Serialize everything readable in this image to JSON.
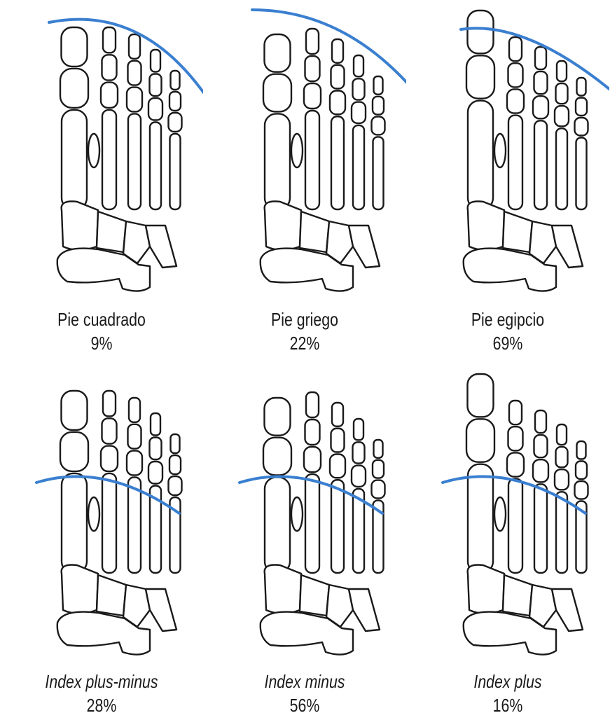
{
  "colors": {
    "arc": "#3a7fd0",
    "ink": "#1a1a1a"
  },
  "panels": [
    {
      "label": "Pie cuadrado",
      "pct": "9%",
      "italic": false,
      "arc": "top",
      "pattern": "square"
    },
    {
      "label": "Pie griego",
      "pct": "22%",
      "italic": false,
      "arc": "top",
      "pattern": "greek"
    },
    {
      "label": "Pie egipcio",
      "pct": "69%",
      "italic": false,
      "arc": "top",
      "pattern": "egyptian"
    },
    {
      "label": "Index plus-minus",
      "pct": "28%",
      "italic": true,
      "arc": "middle",
      "pattern": "square"
    },
    {
      "label": "Index minus",
      "pct": "56%",
      "italic": true,
      "arc": "middle",
      "pattern": "greek"
    },
    {
      "label": "Index plus",
      "pct": "16%",
      "italic": true,
      "arc": "middle",
      "pattern": "egyptian"
    }
  ]
}
